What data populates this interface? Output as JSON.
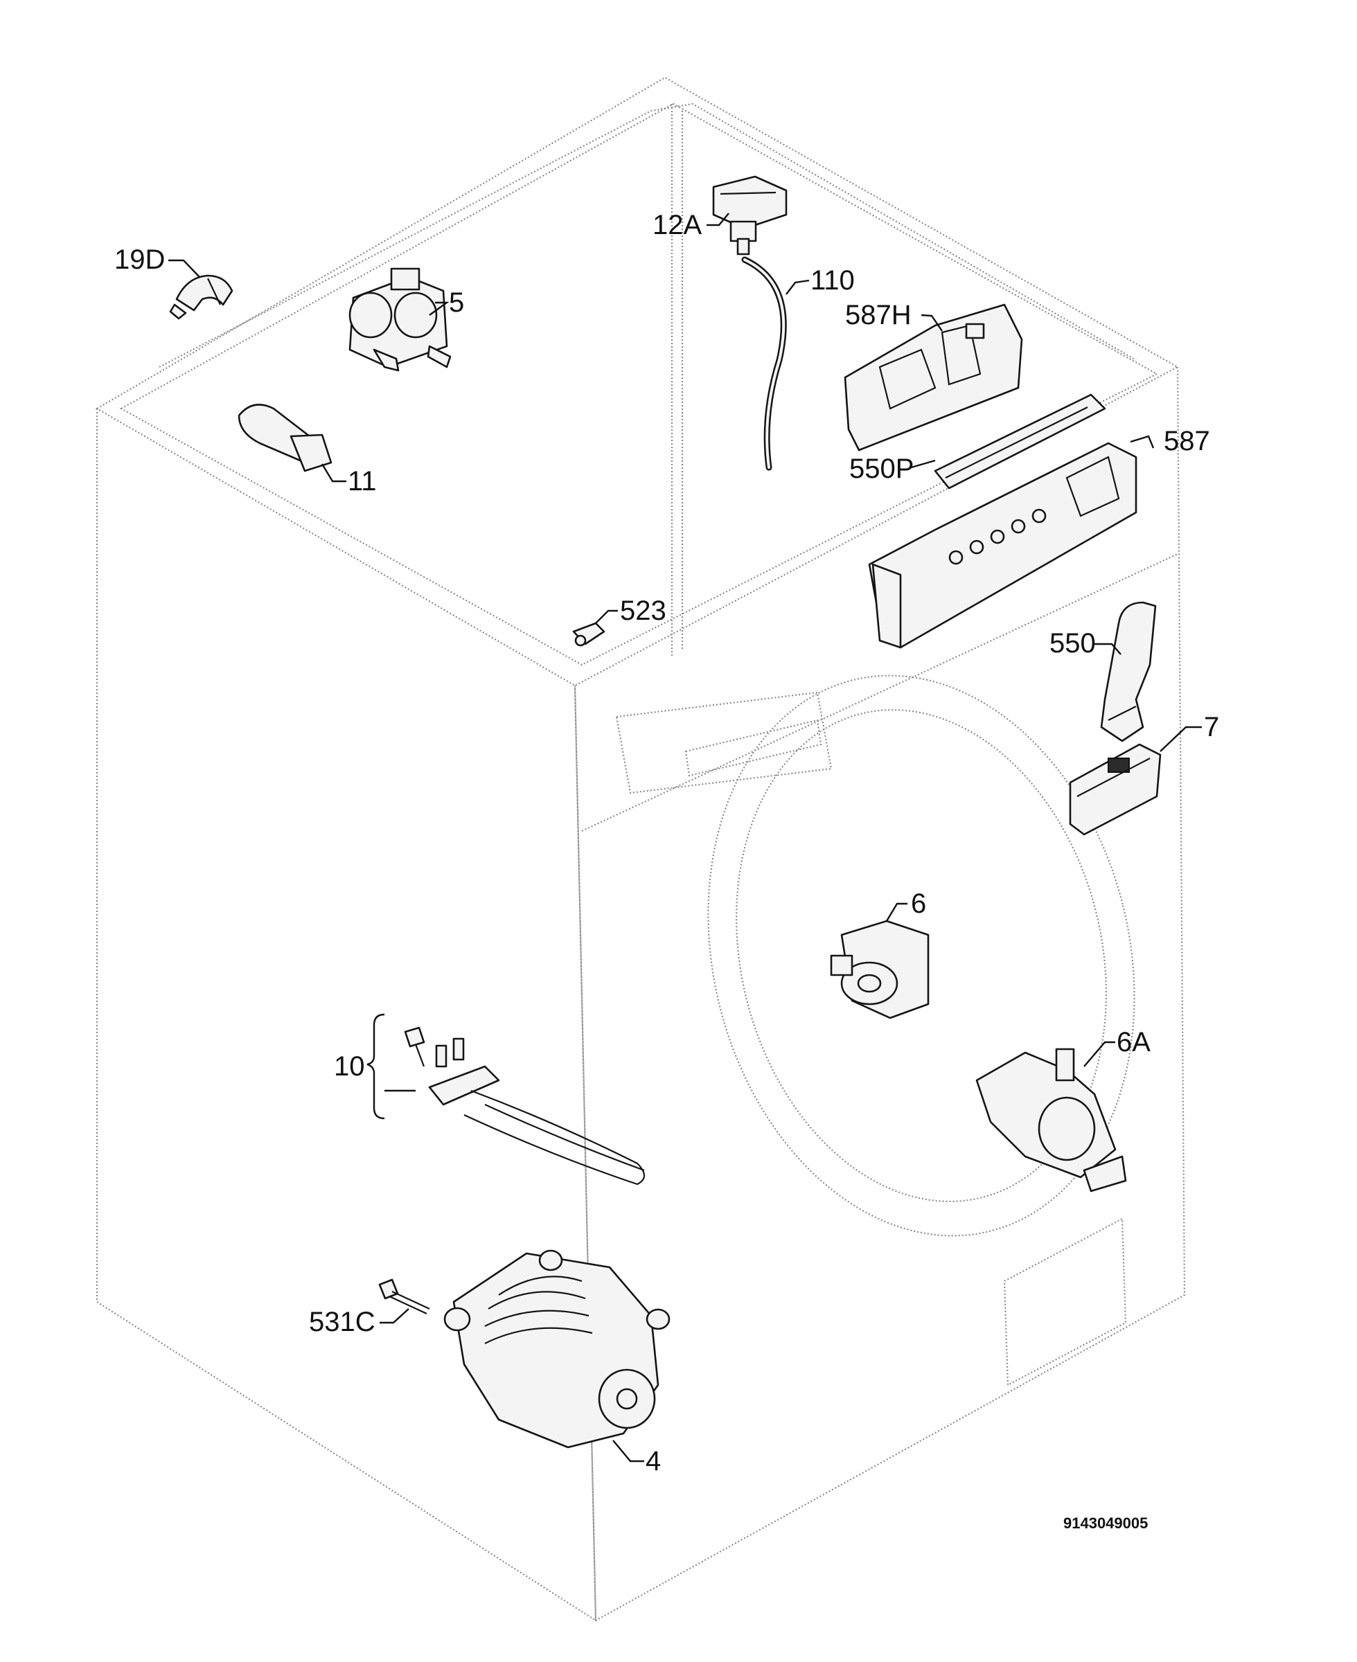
{
  "diagram_code": "9143049005",
  "parts": [
    {
      "id": "19D"
    },
    {
      "id": "5"
    },
    {
      "id": "11"
    },
    {
      "id": "12A"
    },
    {
      "id": "110"
    },
    {
      "id": "587H"
    },
    {
      "id": "550P"
    },
    {
      "id": "587"
    },
    {
      "id": "523"
    },
    {
      "id": "550"
    },
    {
      "id": "7"
    },
    {
      "id": "6"
    },
    {
      "id": "6A"
    },
    {
      "id": "10"
    },
    {
      "id": "531C"
    },
    {
      "id": "4"
    }
  ]
}
